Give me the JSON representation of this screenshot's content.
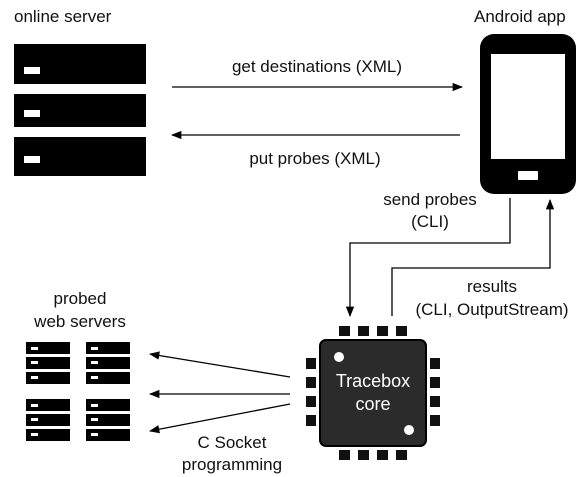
{
  "labels": {
    "online_server": "online server",
    "android_app": "Android app",
    "get_destinations": "get destinations (XML)",
    "put_probes": "put probes (XML)",
    "send_probes_1": "send probes",
    "send_probes_2": "(CLI)",
    "results_1": "results",
    "results_2": "(CLI, OutputStream)",
    "probed_1": "probed",
    "probed_2": "web servers",
    "chip_1": "Tracebox",
    "chip_2": "core",
    "socket_1": "C Socket",
    "socket_2": "programming"
  },
  "icons": {
    "server": "server-rack-icon",
    "phone": "smartphone-icon",
    "chip": "microchip-icon"
  },
  "colors": {
    "ink": "#000000",
    "chip_body": "#2b2b2b",
    "text_on_chip": "#ffffff"
  }
}
